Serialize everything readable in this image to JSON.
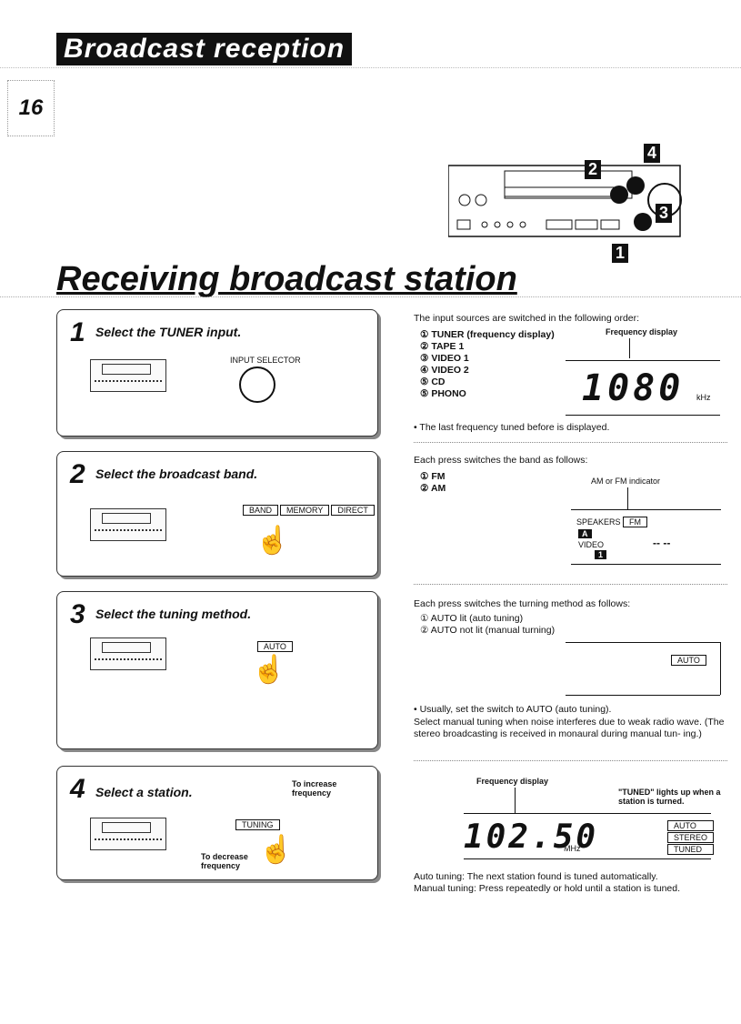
{
  "header": {
    "title": "Broadcast reception",
    "page_number": "16"
  },
  "section": {
    "title": "Receiving broadcast station"
  },
  "figure": {
    "callouts": [
      "2",
      "4",
      "3",
      "1"
    ]
  },
  "steps": [
    {
      "num": "1",
      "title": "Select the TUNER input.",
      "knob_label": "INPUT SELECTOR"
    },
    {
      "num": "2",
      "title": "Select the broadcast band.",
      "buttons": [
        "BAND",
        "MEMORY",
        "DIRECT"
      ]
    },
    {
      "num": "3",
      "title": "Select the tuning method.",
      "button": "AUTO"
    },
    {
      "num": "4",
      "title": "Select a station.",
      "increase": "To increase frequency",
      "decrease": "To decrease frequency",
      "control": "TUNING"
    }
  ],
  "info1": {
    "intro": "The input sources are switched in the following order:",
    "list": [
      "① TUNER (frequency display)",
      "② TAPE 1",
      "③ VIDEO 1",
      "④ VIDEO 2",
      "⑤ CD",
      "⑤ PHONO"
    ],
    "display_label": "Frequency display",
    "display_value": "1080",
    "unit": "kHz",
    "note": "The last frequency tuned before is displayed."
  },
  "info2": {
    "intro": "Each press switches the band as follows:",
    "list": [
      "① FM",
      "② AM"
    ],
    "indicator_label": "AM or FM indicator",
    "speakers": "SPEAKERS",
    "fm": "FM",
    "badge_a": "A",
    "video": "VIDEO",
    "badge_1": "1",
    "dashes": "-- --"
  },
  "info3": {
    "intro": "Each press switches the turning method as follows:",
    "list": [
      "① AUTO lit (auto tuning)",
      "② AUTO not lit (manual turning)"
    ],
    "auto": "AUTO",
    "bullet": "Usually, set the switch to AUTO (auto tuning).",
    "para": "Select manual tuning when noise interferes due to weak radio wave. (The stereo broadcasting is received in monaural during manual tun- ing.)"
  },
  "info4": {
    "display_label": "Frequency display",
    "tuned_note": "\"TUNED\" lights up when a station is turned.",
    "display_value": "102.50",
    "unit": "MHz",
    "ind": [
      "AUTO",
      "STEREO",
      "TUNED"
    ],
    "auto_line": "Auto tuning:   The next station found is tuned automatically.",
    "manual_line": "Manual tuning: Press repeatedly or hold until a station is tuned."
  }
}
